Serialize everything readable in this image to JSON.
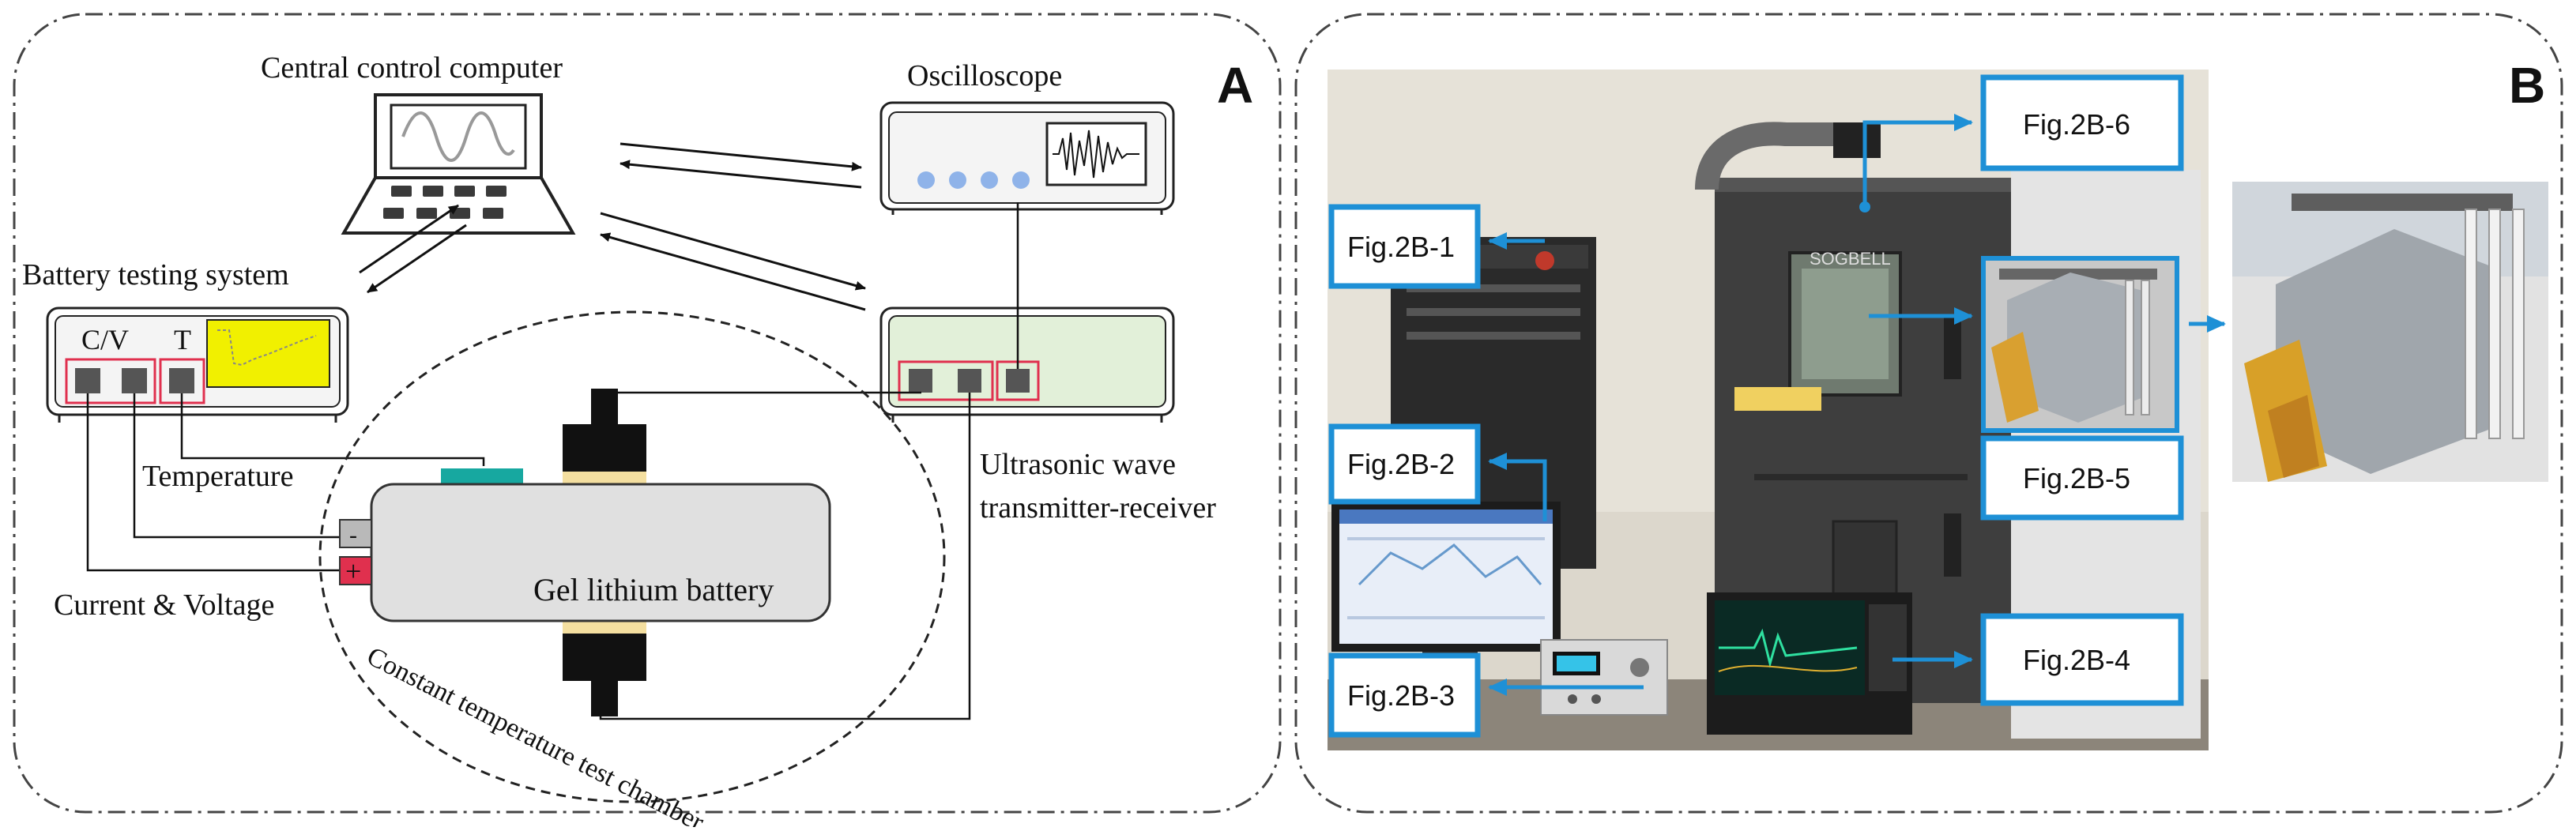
{
  "panel_a": {
    "letter": "A",
    "labels": {
      "central_computer": "Central control computer",
      "oscilloscope": "Oscilloscope",
      "battery_testing_system": "Battery testing system",
      "cv_port": "C/V",
      "t_port": "T",
      "temperature": "Temperature",
      "current_voltage": "Current & Voltage",
      "gel_battery": "Gel lithium battery",
      "minus": "-",
      "plus": "+",
      "transceiver_line1": "Ultrasonic wave",
      "transceiver_line2": "transmitter-receiver",
      "chamber": "Constant temperature test chamber"
    }
  },
  "panel_b": {
    "letter": "B",
    "callouts": {
      "fig1": "Fig.2B-1",
      "fig2": "Fig.2B-2",
      "fig3": "Fig.2B-3",
      "fig4": "Fig.2B-4",
      "fig5": "Fig.2B-5",
      "fig6": "Fig.2B-6"
    },
    "brand_text": "SOGBELL"
  },
  "colors": {
    "accent_blue": "#1E90D6",
    "minus_terminal": "#B9B9B9",
    "plus_terminal": "#E0304E",
    "sensor_teal": "#17A8A0",
    "transducer_pad": "#F4DFA0",
    "port_red": "#E0304E",
    "screen_yellow": "#F1F000",
    "transceiver_fill": "#E2F0D9",
    "oscilloscope_knob": "#8FB3E9"
  },
  "icons": [
    "laptop-icon",
    "oscilloscope-device-icon",
    "transducer-icon",
    "battery-icon"
  ]
}
